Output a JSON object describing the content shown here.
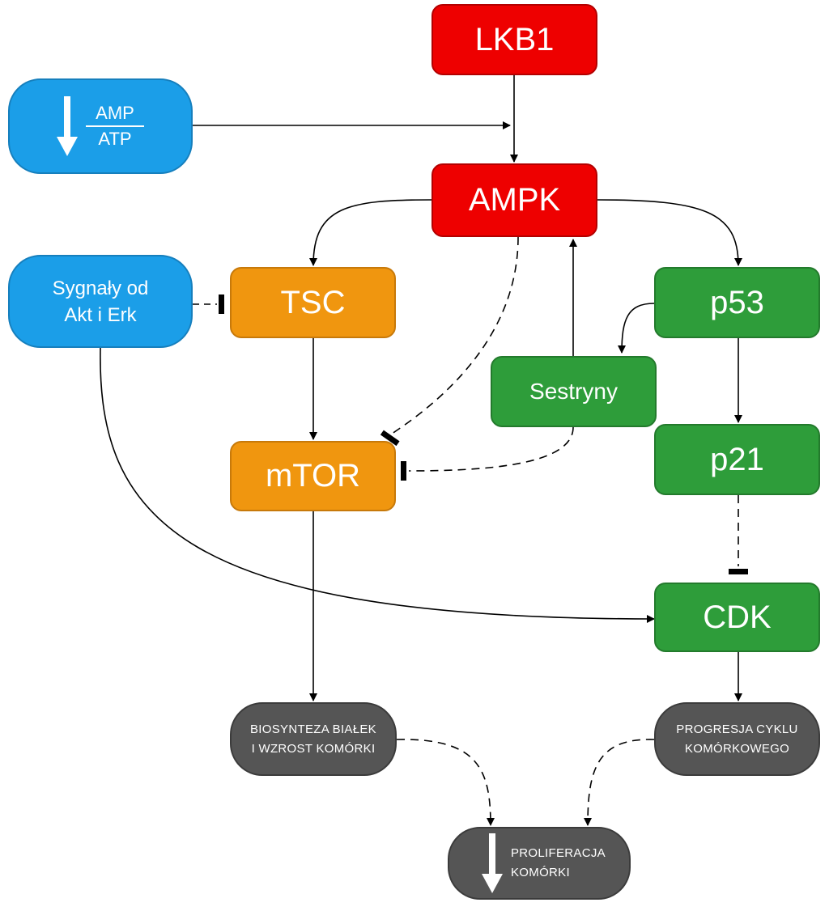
{
  "diagram": {
    "nodes": {
      "lkb1": "LKB1",
      "amp_atp": {
        "numerator": "AMP",
        "denominator": "ATP",
        "indicator": "down-arrow-icon"
      },
      "ampk": "AMPK",
      "akt_erk": {
        "line1": "Sygnały od",
        "line2": "Akt i Erk"
      },
      "tsc": "TSC",
      "p53": "p53",
      "sestryny": "Sestryny",
      "mtor": "mTOR",
      "p21": "p21",
      "cdk": "CDK",
      "biosynteza": {
        "line1": "BIOSYNTEZA BIAŁEK",
        "line2": "I WZROST KOMÓRKI"
      },
      "progresja": {
        "line1": "PROGRESJA CYKLU",
        "line2": "KOMÓRKOWEGO"
      },
      "proliferacja": {
        "line1": "PROLIFERACJA",
        "line2": "KOMÓRKI",
        "indicator": "down-arrow-icon"
      }
    },
    "edges": [
      {
        "from": "lkb1",
        "to": "ampk",
        "type": "activation",
        "style": "solid"
      },
      {
        "from": "amp_atp",
        "to": "lkb1-ampk-link",
        "type": "activation",
        "style": "solid"
      },
      {
        "from": "ampk",
        "to": "tsc",
        "type": "activation",
        "style": "solid"
      },
      {
        "from": "ampk",
        "to": "p53",
        "type": "activation",
        "style": "solid"
      },
      {
        "from": "ampk",
        "to": "mtor",
        "type": "inhibition",
        "style": "dashed"
      },
      {
        "from": "akt_erk",
        "to": "tsc",
        "type": "inhibition",
        "style": "dashed"
      },
      {
        "from": "akt_erk",
        "to": "cdk",
        "type": "activation",
        "style": "solid"
      },
      {
        "from": "tsc",
        "to": "mtor",
        "type": "activation",
        "style": "solid"
      },
      {
        "from": "p53",
        "to": "sestryny",
        "type": "activation",
        "style": "solid"
      },
      {
        "from": "sestryny",
        "to": "ampk",
        "type": "activation",
        "style": "solid"
      },
      {
        "from": "sestryny",
        "to": "mtor",
        "type": "inhibition",
        "style": "dashed"
      },
      {
        "from": "p53",
        "to": "p21",
        "type": "activation",
        "style": "solid"
      },
      {
        "from": "p21",
        "to": "cdk",
        "type": "inhibition",
        "style": "dashed"
      },
      {
        "from": "mtor",
        "to": "biosynteza",
        "type": "activation",
        "style": "solid"
      },
      {
        "from": "cdk",
        "to": "progresja",
        "type": "activation",
        "style": "solid"
      },
      {
        "from": "biosynteza",
        "to": "proliferacja",
        "type": "activation",
        "style": "dashed"
      },
      {
        "from": "progresja",
        "to": "proliferacja",
        "type": "activation",
        "style": "dashed"
      }
    ],
    "colors": {
      "red": "#ee0000",
      "orange": "#f0960f",
      "green": "#2e9d3a",
      "blue": "#1b9ee8",
      "grey": "#555555"
    }
  }
}
